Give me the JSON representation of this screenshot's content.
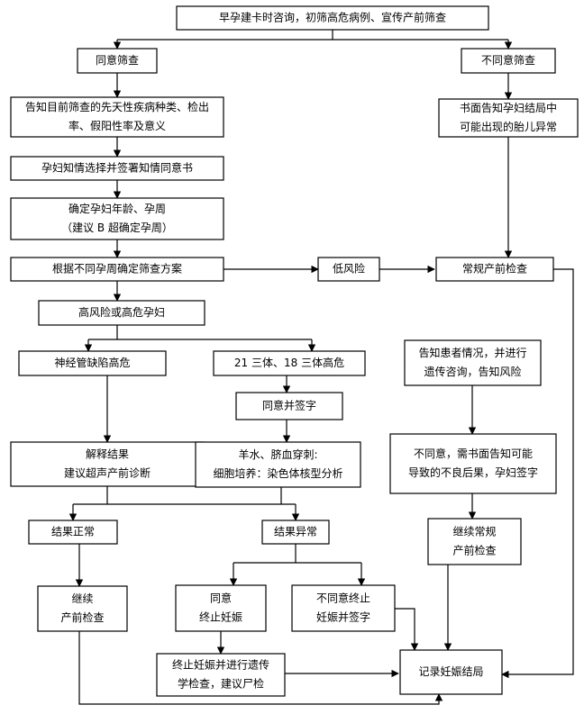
{
  "flowchart": {
    "nodes": {
      "n1": {
        "lines": [
          "早孕建卡时咨询，初筛高危病例、宣传产前筛查"
        ]
      },
      "n2": {
        "lines": [
          "同意筛查"
        ]
      },
      "n3": {
        "lines": [
          "不同意筛查"
        ]
      },
      "n4": {
        "lines": [
          "告知目前筛查的先天性疾病种类、检出",
          "率、假阳性率及意义"
        ]
      },
      "n5": {
        "lines": [
          "书面告知孕妇结局中",
          "可能出现的胎儿异常"
        ]
      },
      "n6": {
        "lines": [
          "孕妇知情选择并签署知情同意书"
        ]
      },
      "n7": {
        "lines": [
          "确定孕妇年龄、孕周",
          "（建议 B 超确定孕周）"
        ]
      },
      "n8": {
        "lines": [
          "根据不同孕周确定筛查方案"
        ]
      },
      "n9": {
        "lines": [
          "低风险"
        ]
      },
      "n10": {
        "lines": [
          "常规产前检查"
        ]
      },
      "n11": {
        "lines": [
          "高风险或高危孕妇"
        ]
      },
      "n12": {
        "lines": [
          "神经管缺陷高危"
        ]
      },
      "n13": {
        "lines": [
          "21 三体、18 三体高危"
        ]
      },
      "n14": {
        "lines": [
          "告知患者情况，并进行",
          "遗传咨询，告知风险"
        ]
      },
      "n15": {
        "lines": [
          "同意并签字"
        ]
      },
      "n16": {
        "lines": [
          "解释结果",
          "建议超声产前诊断"
        ]
      },
      "n17": {
        "lines": [
          "羊水、脐血穿刺:",
          "细胞培养：染色体核型分析"
        ]
      },
      "n18": {
        "lines": [
          "不同意，需书面告知可能",
          "导致的不良后果，孕妇签字"
        ]
      },
      "n19": {
        "lines": [
          "结果正常"
        ]
      },
      "n20": {
        "lines": [
          "结果异常"
        ]
      },
      "n21": {
        "lines": [
          "继续常规",
          "产前检查"
        ]
      },
      "n22": {
        "lines": [
          "继续",
          "产前检查"
        ]
      },
      "n23": {
        "lines": [
          "同意",
          "终止妊娠"
        ]
      },
      "n24": {
        "lines": [
          "不同意终止",
          "妊娠并签字"
        ]
      },
      "n25": {
        "lines": [
          "终止妊娠并进行遗传",
          "学检查，建议尸检"
        ]
      },
      "n26": {
        "lines": [
          "记录妊娠结局"
        ]
      }
    }
  }
}
